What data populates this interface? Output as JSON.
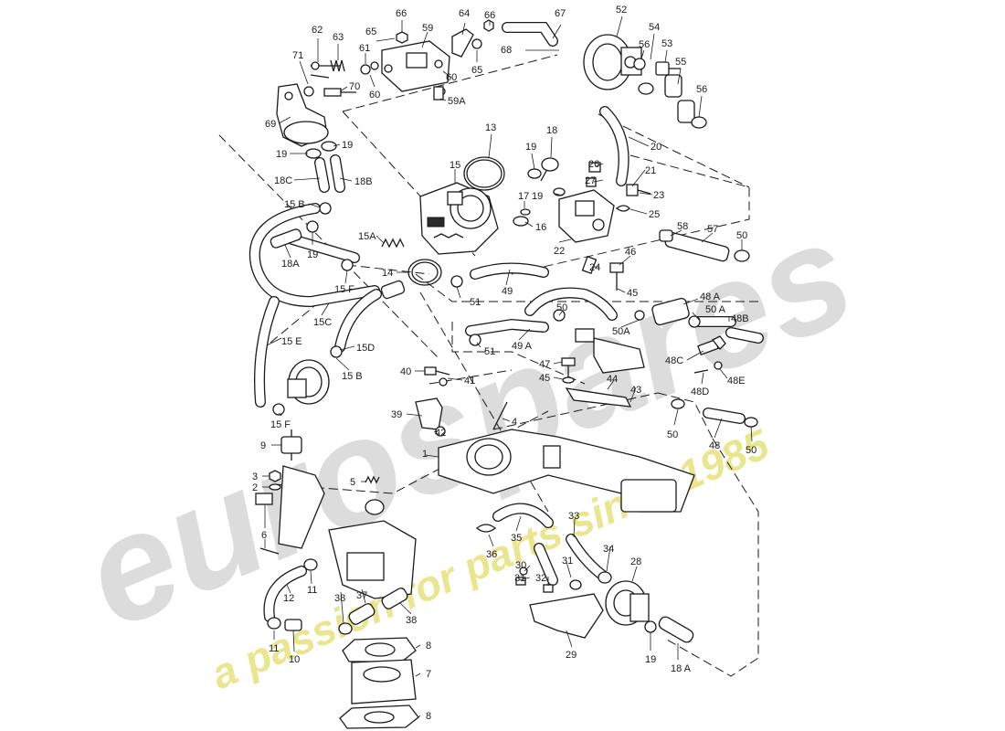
{
  "watermark": {
    "brand": "eurospares",
    "tagline": "a passion for parts since 1985",
    "tagline_color": "#e9e58a",
    "brand_color": "#d9d9d9"
  },
  "labels": [
    {
      "id": "62",
      "t": "62"
    },
    {
      "id": "63",
      "t": "63"
    },
    {
      "id": "71",
      "t": "71"
    },
    {
      "id": "66a",
      "t": "66"
    },
    {
      "id": "65a",
      "t": "65"
    },
    {
      "id": "61",
      "t": "61"
    },
    {
      "id": "59",
      "t": "59"
    },
    {
      "id": "64",
      "t": "64"
    },
    {
      "id": "66b",
      "t": "66"
    },
    {
      "id": "67",
      "t": "67"
    },
    {
      "id": "68",
      "t": "68"
    },
    {
      "id": "60a",
      "t": "60"
    },
    {
      "id": "65b",
      "t": "65"
    },
    {
      "id": "60b",
      "t": "60"
    },
    {
      "id": "70",
      "t": "70"
    },
    {
      "id": "59A",
      "t": "59A"
    },
    {
      "id": "69",
      "t": "69"
    },
    {
      "id": "19a",
      "t": "19"
    },
    {
      "id": "19b",
      "t": "19"
    },
    {
      "id": "18C",
      "t": "18C"
    },
    {
      "id": "18B",
      "t": "18B"
    },
    {
      "id": "52",
      "t": "52"
    },
    {
      "id": "54",
      "t": "54"
    },
    {
      "id": "56a",
      "t": "56"
    },
    {
      "id": "53",
      "t": "53"
    },
    {
      "id": "55",
      "t": "55"
    },
    {
      "id": "56b",
      "t": "56"
    },
    {
      "id": "13",
      "t": "13"
    },
    {
      "id": "18a",
      "t": "18"
    },
    {
      "id": "19c",
      "t": "19"
    },
    {
      "id": "26",
      "t": "26"
    },
    {
      "id": "20",
      "t": "20"
    },
    {
      "id": "21",
      "t": "21"
    },
    {
      "id": "27",
      "t": "27"
    },
    {
      "id": "19d",
      "t": "19"
    },
    {
      "id": "23",
      "t": "23"
    },
    {
      "id": "25",
      "t": "25"
    },
    {
      "id": "15a",
      "t": "15"
    },
    {
      "id": "17",
      "t": "17"
    },
    {
      "id": "16",
      "t": "16"
    },
    {
      "id": "15B",
      "t": "15 B"
    },
    {
      "id": "19e",
      "t": "19"
    },
    {
      "id": "18A",
      "t": "18A"
    },
    {
      "id": "15A",
      "t": "15A"
    },
    {
      "id": "22",
      "t": "22"
    },
    {
      "id": "58",
      "t": "58"
    },
    {
      "id": "57",
      "t": "57"
    },
    {
      "id": "50a",
      "t": "50"
    },
    {
      "id": "46",
      "t": "46"
    },
    {
      "id": "24",
      "t": "24"
    },
    {
      "id": "14",
      "t": "14"
    },
    {
      "id": "15F",
      "t": "15 F"
    },
    {
      "id": "51a",
      "t": "51"
    },
    {
      "id": "49",
      "t": "49"
    },
    {
      "id": "45a",
      "t": "45"
    },
    {
      "id": "48A",
      "t": "48 A"
    },
    {
      "id": "50A",
      "t": "50 A"
    },
    {
      "id": "15C",
      "t": "15C"
    },
    {
      "id": "50b",
      "t": "50"
    },
    {
      "id": "48B",
      "t": "48B"
    },
    {
      "id": "50Ab",
      "t": "50A"
    },
    {
      "id": "51b",
      "t": "51"
    },
    {
      "id": "49A",
      "t": "49 A"
    },
    {
      "id": "15E",
      "t": "15 E"
    },
    {
      "id": "15D",
      "t": "15D"
    },
    {
      "id": "48C",
      "t": "48C"
    },
    {
      "id": "47",
      "t": "47"
    },
    {
      "id": "45b",
      "t": "45"
    },
    {
      "id": "40",
      "t": "40"
    },
    {
      "id": "41",
      "t": "41"
    },
    {
      "id": "15Bb",
      "t": "15 B"
    },
    {
      "id": "48E",
      "t": "48E"
    },
    {
      "id": "44",
      "t": "44"
    },
    {
      "id": "43",
      "t": "43"
    },
    {
      "id": "48D",
      "t": "48D"
    },
    {
      "id": "39",
      "t": "39"
    },
    {
      "id": "4",
      "t": "4"
    },
    {
      "id": "15Fb",
      "t": "15 F"
    },
    {
      "id": "42",
      "t": "42"
    },
    {
      "id": "50c",
      "t": "50"
    },
    {
      "id": "48",
      "t": "48"
    },
    {
      "id": "50d",
      "t": "50"
    },
    {
      "id": "9",
      "t": "9"
    },
    {
      "id": "1",
      "t": "1"
    },
    {
      "id": "3",
      "t": "3"
    },
    {
      "id": "5",
      "t": "5"
    },
    {
      "id": "2",
      "t": "2"
    },
    {
      "id": "6",
      "t": "6"
    },
    {
      "id": "33",
      "t": "33"
    },
    {
      "id": "35",
      "t": "35"
    },
    {
      "id": "34",
      "t": "34"
    },
    {
      "id": "28",
      "t": "28"
    },
    {
      "id": "36",
      "t": "36"
    },
    {
      "id": "30",
      "t": "30"
    },
    {
      "id": "31a",
      "t": "31"
    },
    {
      "id": "31b",
      "t": "31"
    },
    {
      "id": "32",
      "t": "32"
    },
    {
      "id": "11a",
      "t": "11"
    },
    {
      "id": "12",
      "t": "12"
    },
    {
      "id": "38a",
      "t": "38"
    },
    {
      "id": "37",
      "t": "37"
    },
    {
      "id": "38b",
      "t": "38"
    },
    {
      "id": "11b",
      "t": "11"
    },
    {
      "id": "10",
      "t": "10"
    },
    {
      "id": "8a",
      "t": "8"
    },
    {
      "id": "29",
      "t": "29"
    },
    {
      "id": "19f",
      "t": "19"
    },
    {
      "id": "18Ab",
      "t": "18 A"
    },
    {
      "id": "7",
      "t": "7"
    },
    {
      "id": "8b",
      "t": "8"
    }
  ]
}
